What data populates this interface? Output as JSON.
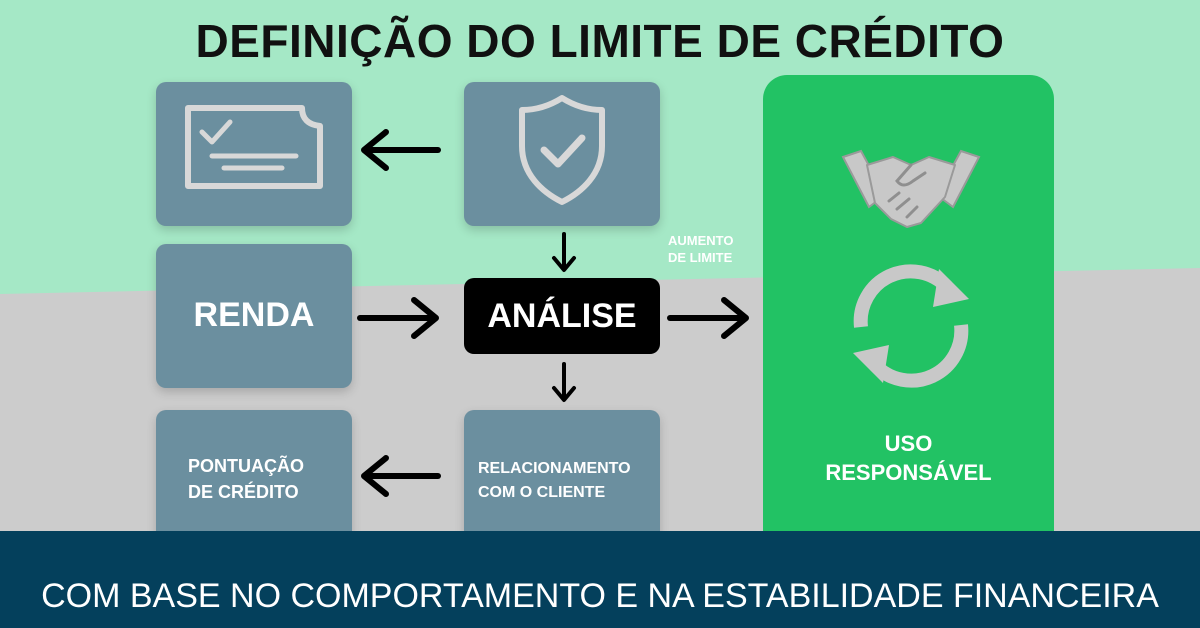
{
  "title": "DEFINIÇÃO DO LIMITE DE CRÉDITO",
  "boxes": {
    "renda": "RENDA",
    "pontuacao": [
      "PONTUAÇÃO",
      "DE CRÉDITO"
    ],
    "relacionamento": [
      "RELACIONAMENTO",
      "COM O CLIENTE"
    ],
    "analise": "ANÁLISE"
  },
  "aumento_label": [
    "AUMENTO",
    "DE LIMITE"
  ],
  "green_panel": {
    "label": [
      "USO",
      "RESPONSÁVEL"
    ]
  },
  "footer": "COM BASE NO COMPORTAMENTO E NA ESTABILIDADE FINANCEIRA",
  "icons": [
    "document-check-icon",
    "shield-check-icon",
    "handshake-icon",
    "refresh-cycle-icon"
  ],
  "colors": {
    "mint": "#a5e8c6",
    "gray": "#cccccc",
    "box": "#6b8f9f",
    "green": "#22c264",
    "footer": "#04405c",
    "analise": "#000000"
  }
}
